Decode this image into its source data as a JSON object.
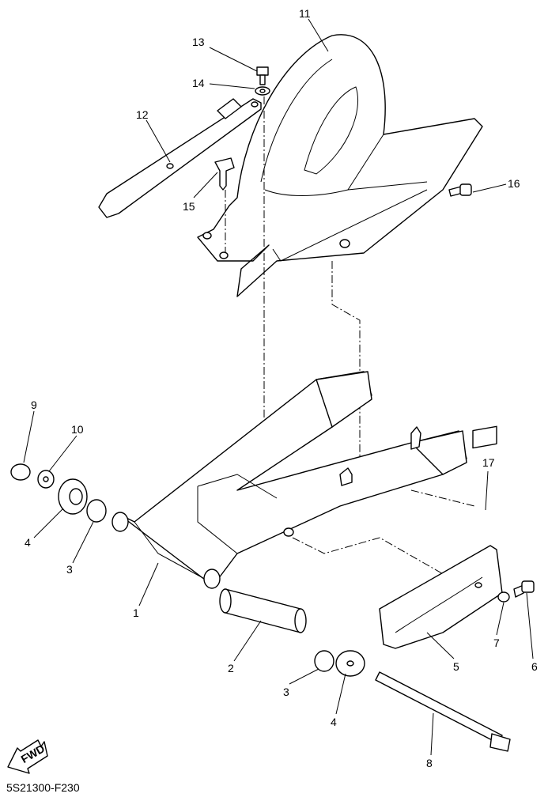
{
  "diagram_code": "5S21300-F230",
  "fwd_label": "FWD",
  "callouts": {
    "c1": "1",
    "c2": "2",
    "c3a": "3",
    "c3b": "3",
    "c4a": "4",
    "c4b": "4",
    "c5": "5",
    "c6": "6",
    "c7": "7",
    "c8": "8",
    "c9": "9",
    "c10": "10",
    "c11": "11",
    "c12": "12",
    "c13": "13",
    "c14": "14",
    "c15": "15",
    "c16": "16",
    "c17": "17"
  }
}
